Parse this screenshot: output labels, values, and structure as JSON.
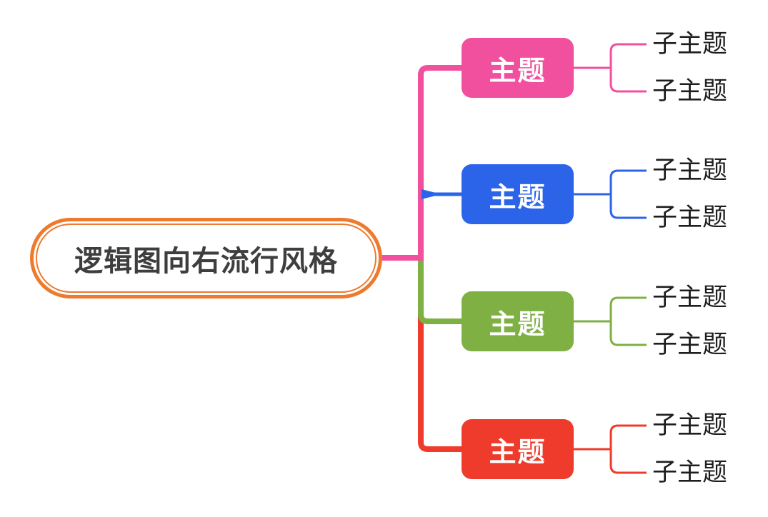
{
  "diagram": {
    "background": "#ffffff",
    "root": {
      "label": "逻辑图向右流行风格",
      "border_color": "#ed7a2e",
      "fill": "#ffffff",
      "text_color": "#3e3e3e"
    },
    "topics": [
      {
        "label": "主题",
        "color": "#f0509e",
        "text_color": "#ffffff",
        "children": [
          {
            "label": "子主题"
          },
          {
            "label": "子主题"
          }
        ]
      },
      {
        "label": "主题",
        "color": "#2c64e9",
        "text_color": "#ffffff",
        "children": [
          {
            "label": "子主题"
          },
          {
            "label": "子主题"
          }
        ]
      },
      {
        "label": "主题",
        "color": "#7eb043",
        "text_color": "#ffffff",
        "children": [
          {
            "label": "子主题"
          },
          {
            "label": "子主题"
          }
        ]
      },
      {
        "label": "主题",
        "color": "#ef3b2b",
        "text_color": "#ffffff",
        "children": [
          {
            "label": "子主题"
          },
          {
            "label": "子主题"
          }
        ]
      }
    ],
    "subtopic_text_color": "#1e1e1e"
  }
}
